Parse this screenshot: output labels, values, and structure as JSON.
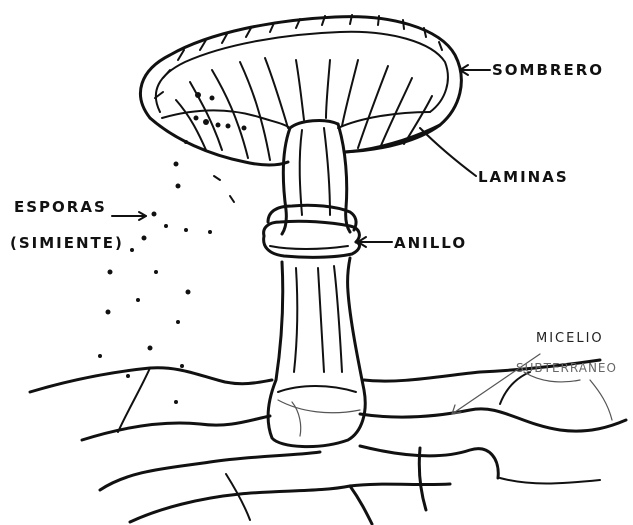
{
  "labels": {
    "cap": "SOMBRERO",
    "gills": "LAMINAS",
    "spores_line1": "ESPORAS",
    "spores_line2": "(SIMIENTE)",
    "ring": "ANILLO",
    "mycelium_line1": "MICELIO",
    "mycelium_line2": "SUBTERRANEO"
  },
  "colors": {
    "ink": "#111111",
    "paper": "#ffffff"
  }
}
